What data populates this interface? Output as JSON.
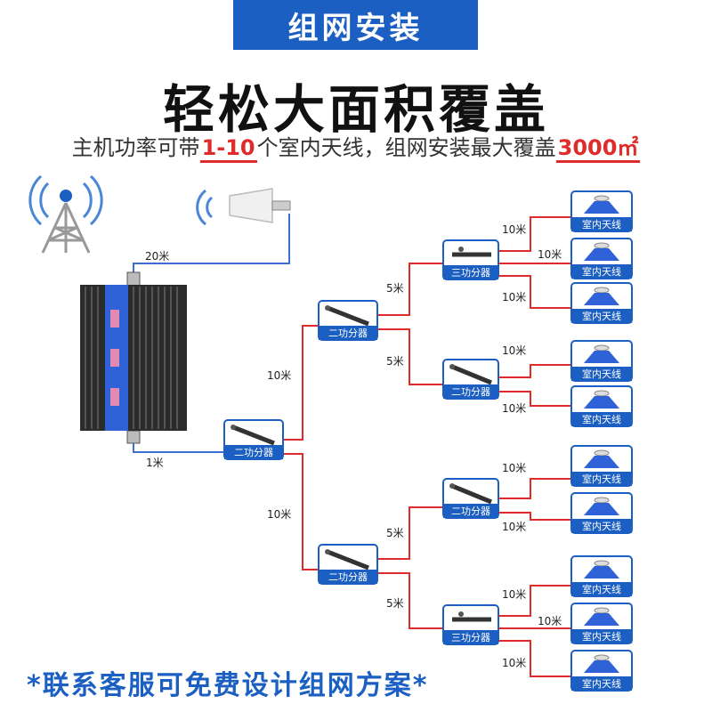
{
  "header": {
    "banner": "组网安装",
    "headline": "轻松大面积覆盖"
  },
  "subtitle": {
    "pre": "主机功率可带",
    "range": "1-10",
    "mid": "个室内天线，组网安装最大覆盖",
    "area": "3000㎡"
  },
  "footer": "*联系客服可免费设计组网方案*",
  "labels": {
    "host_cable": "20米",
    "host_out": "1米",
    "two_way": "二功分器",
    "three_way": "三功分器",
    "indoor": "室内天线",
    "m10": "10米",
    "m5": "5米"
  },
  "colors": {
    "brand": "#1c5fc2",
    "red": "#e02b2b",
    "wire_top": "#3b6fd0",
    "wire": "#e02b2b"
  },
  "icons": [
    "signal-tower-icon",
    "yagi-antenna-icon",
    "booster-host-icon",
    "splitter-icon",
    "ceiling-antenna-icon"
  ]
}
